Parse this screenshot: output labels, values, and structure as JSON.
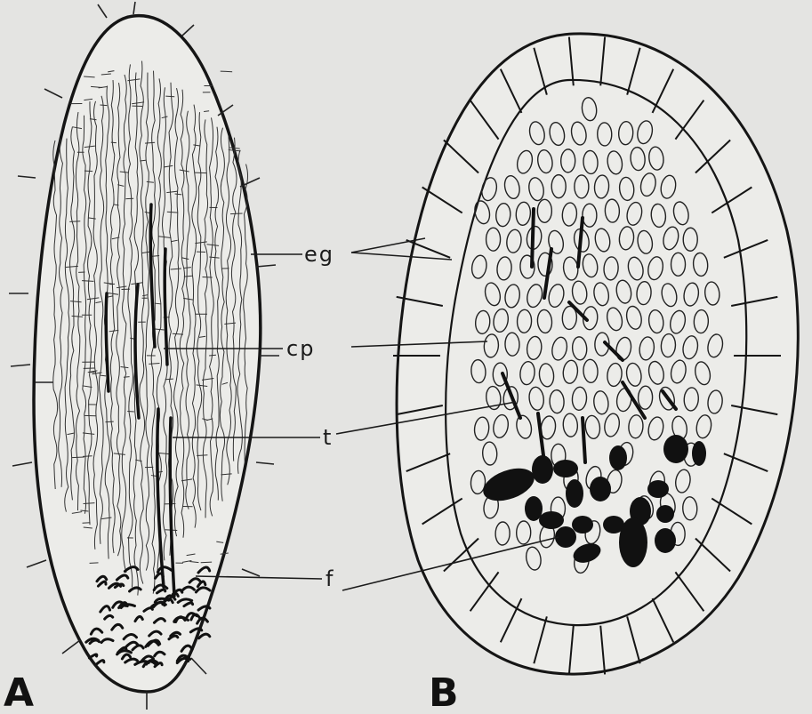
{
  "labels": {
    "eg": "eg",
    "cp": "cp",
    "t": "t",
    "f": "f"
  },
  "panels": {
    "a": "A",
    "b": "B"
  }
}
